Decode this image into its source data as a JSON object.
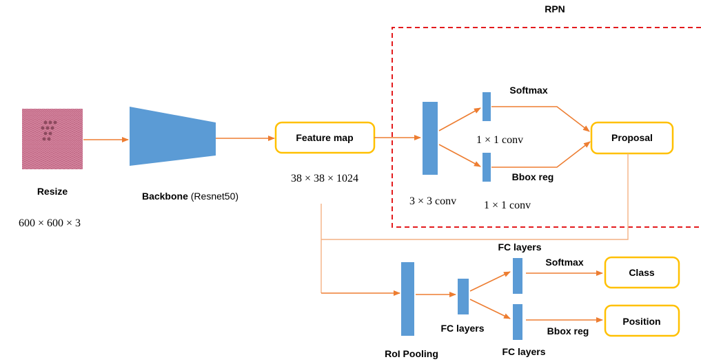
{
  "rpn": {
    "title": "RPN",
    "box_color": "#e31a1c"
  },
  "input": {
    "label": "Resize",
    "dims": "600 × 600 × 3",
    "texture_color": "#c06a86"
  },
  "backbone": {
    "label_bold": "Backbone",
    "label_paren": " (Resnet50)",
    "color": "#5b9bd5"
  },
  "feature_map": {
    "label": "Feature map",
    "dims": "38 × 38 × 1024"
  },
  "rpn_conv": {
    "conv3_label": "3 × 3 conv",
    "softmax_label": "Softmax",
    "conv1_top_label": "1 × 1 conv",
    "bbox_label": "Bbox reg",
    "conv1_bottom_label": "1 × 1 conv"
  },
  "proposal": {
    "label": "Proposal"
  },
  "head": {
    "roi_label": "RoI Pooling",
    "fc_top_label": "FC layers",
    "fc_mid_label": "FC layers",
    "fc_bottom_label": "FC layers",
    "softmax_label": "Softmax",
    "bbox_label": "Bbox reg"
  },
  "outputs": {
    "class_label": "Class",
    "position_label": "Position"
  },
  "colors": {
    "block": "#5b9bd5",
    "box_border": "#ffc000",
    "arrow": "#ed7d31",
    "thin_line": "#f4b183"
  }
}
